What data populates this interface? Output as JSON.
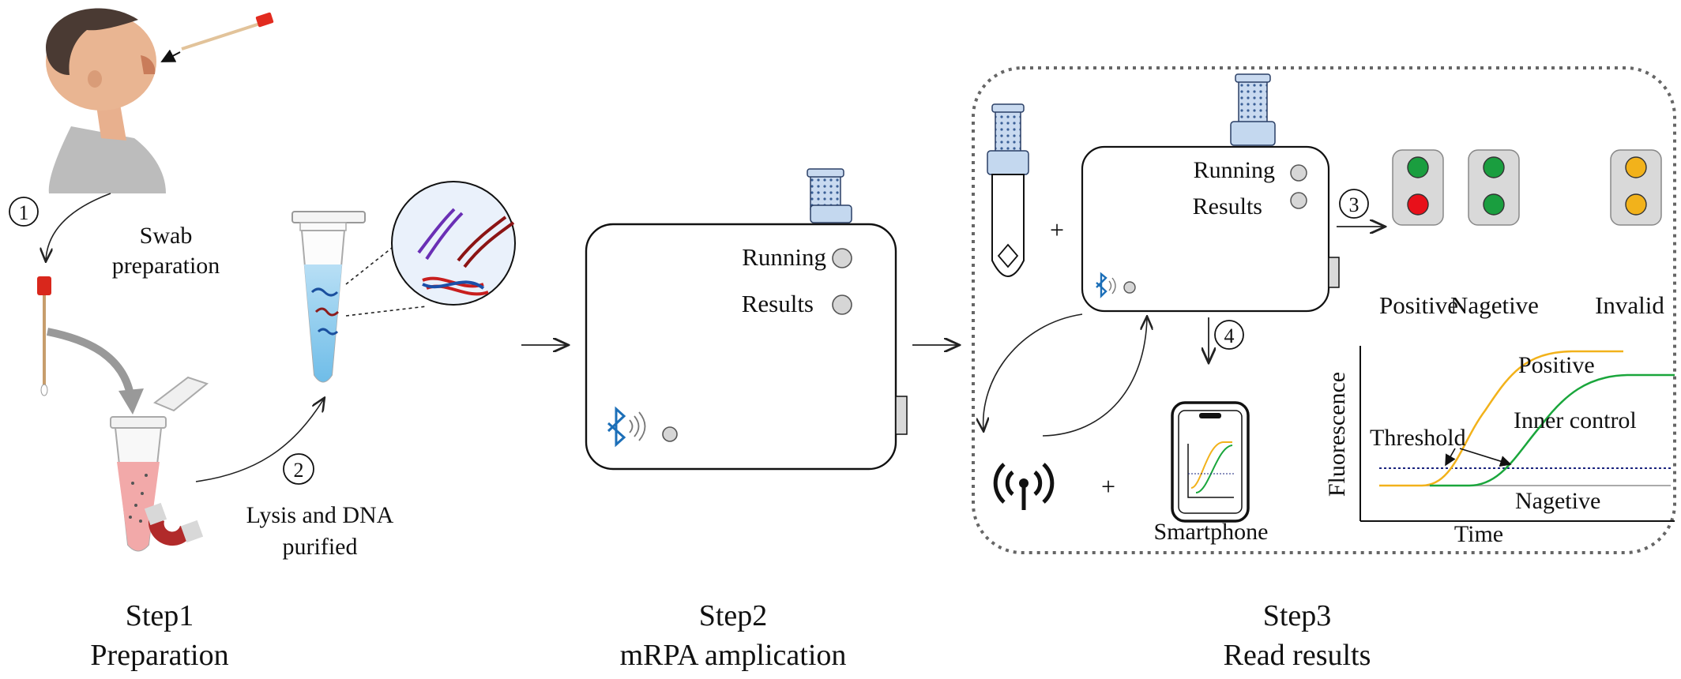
{
  "step1": {
    "caption_line1": "Step1",
    "caption_line2": "Preparation",
    "num1": "1",
    "swab_label_line1": "Swab",
    "swab_label_line2": "preparation",
    "num2": "2",
    "lysis_label_line1": "Lysis and DNA",
    "lysis_label_line2": "purified"
  },
  "step2": {
    "caption_line1": "Step2",
    "caption_line2": "mRPA amplication",
    "running_label": "Running",
    "results_label": "Results"
  },
  "step3": {
    "caption_line1": "Step3",
    "caption_line2": "Read results",
    "running_label": "Running",
    "results_label": "Results",
    "plus1": "+",
    "plus2": "+",
    "num3": "3",
    "num4": "4",
    "smartphone_label": "Smartphone",
    "indicators": [
      {
        "label": "Positive",
        "top": "#1a9e3f",
        "bottom": "#e8101a"
      },
      {
        "label": "Nagetive",
        "top": "#1a9e3f",
        "bottom": "#1a9e3f"
      },
      {
        "label": "Invalid",
        "top": "#f2b21b",
        "bottom": "#f2b21b"
      }
    ],
    "plot": {
      "ylabel": "Fluorescence",
      "xlabel": "Time",
      "positive_label": "Positive",
      "inner_control_label": "Inner control",
      "threshold_label": "Threshold",
      "negative_label": "Nagetive"
    }
  },
  "colors": {
    "positive_curve": "#f2b21b",
    "inner_control_curve": "#1aa63c",
    "threshold_line": "#1a237e",
    "bluetooth": "#1c6fb8"
  }
}
